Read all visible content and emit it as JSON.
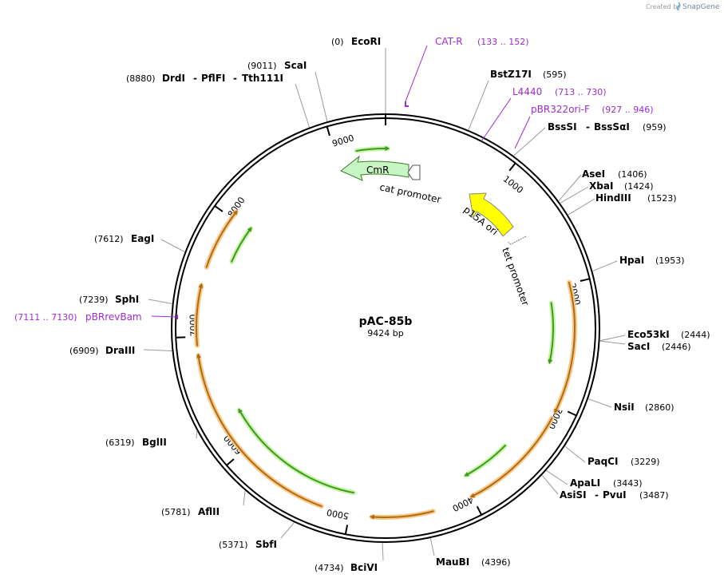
{
  "credit": {
    "created_by": "Created by",
    "brand": "SnapGene"
  },
  "plasmid": {
    "name": "pAC-85b",
    "size": "9424 bp"
  },
  "ticks": [
    "1000",
    "2000",
    "3000",
    "4000",
    "5000",
    "6000",
    "7000",
    "8000",
    "9000"
  ],
  "sites": {
    "ecori": {
      "pos": "(0)",
      "name": "EcoRI"
    },
    "bstz17i": {
      "pos": "(595)",
      "name": "BstZ17I"
    },
    "bsssi": {
      "pos": "(959)",
      "name": "BssSI",
      "extra": "BssSαI"
    },
    "asei": {
      "pos": "(1406)",
      "name": "AseI"
    },
    "xbai": {
      "pos": "(1424)",
      "name": "XbaI"
    },
    "hindiii": {
      "pos": "(1523)",
      "name": "HindIII"
    },
    "hpai": {
      "pos": "(1953)",
      "name": "HpaI"
    },
    "eco53ki": {
      "pos": "(2444)",
      "name": "Eco53kI"
    },
    "saci": {
      "pos": "(2446)",
      "name": "SacI"
    },
    "nsii": {
      "pos": "(2860)",
      "name": "NsiI"
    },
    "paqci": {
      "pos": "(3229)",
      "name": "PaqCI"
    },
    "apali": {
      "pos": "(3443)",
      "name": "ApaLI"
    },
    "asisi": {
      "pos": "(3487)",
      "name": "AsiSI",
      "extra": "PvuI"
    },
    "maubi": {
      "pos": "(4396)",
      "name": "MauBI"
    },
    "bcivi": {
      "pos": "(4734)",
      "name": "BciVI"
    },
    "sbfi": {
      "pos": "(5371)",
      "name": "SbfI"
    },
    "aflii": {
      "pos": "(5781)",
      "name": "AflII"
    },
    "bglii": {
      "pos": "(6319)",
      "name": "BglII"
    },
    "draiii": {
      "pos": "(6909)",
      "name": "DraIII"
    },
    "sphi": {
      "pos": "(7239)",
      "name": "SphI"
    },
    "eagi": {
      "pos": "(7612)",
      "name": "EagI"
    },
    "drdi": {
      "pos": "(8880)",
      "name": "DrdI",
      "extra": "PflFI",
      "extra2": "Tth111I"
    },
    "scai": {
      "pos": "(9011)",
      "name": "ScaI"
    }
  },
  "primers": {
    "catr": {
      "name": "CAT-R",
      "range": "(133 .. 152)"
    },
    "l4440": {
      "name": "L4440",
      "range": "(713 .. 730)"
    },
    "pbr322orif": {
      "name": "pBR322ori-F",
      "range": "(927 .. 946)"
    },
    "pbrrevbam": {
      "name": "pBRrevBam",
      "range": "(7111 .. 7130)"
    }
  },
  "features": {
    "cmr": "CmR",
    "cat_promoter": "cat promoter",
    "p15a_ori": "p15A ori",
    "tet_promoter": "tet promoter"
  },
  "colors": {
    "backbone": "#000000",
    "cmr_fill": "#c8f5c4",
    "ori_fill": "#ffff00",
    "orange_arc": "#f5c98a",
    "orange_core": "#b36b10",
    "green_core": "#3f9a1e",
    "green_glow": "#c7f3a8",
    "primer": "#9d2bd4"
  }
}
